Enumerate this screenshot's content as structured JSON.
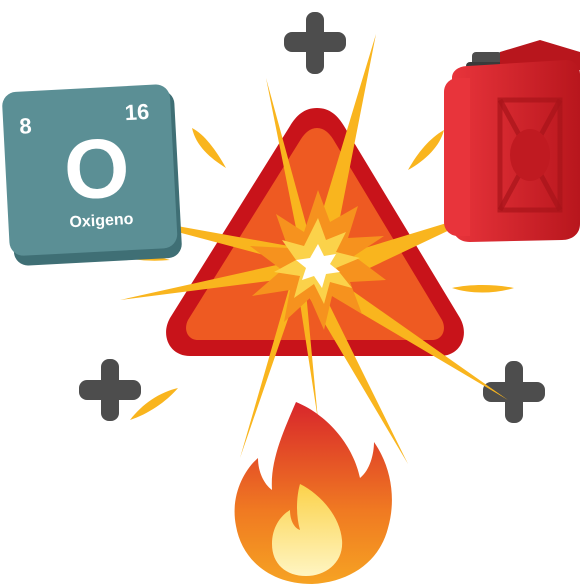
{
  "element": {
    "atomic_number": "8",
    "mass_number": "16",
    "symbol": "O",
    "name": "Oxigeno"
  },
  "icons": {
    "oxygen_tile": "oxygen-element-tile-icon",
    "fuel": "red-jerrycan-icon",
    "heat": "flame-icon",
    "reaction": "explosion-burst-icon",
    "warning": "warning-triangle-icon",
    "plus": "plus-icon"
  },
  "colors": {
    "tile_teal": "#5b8f95",
    "triangle_red": "#c8131a",
    "triangle_orange": "#ee5a22",
    "burst_yellow": "#f9b51e",
    "can_red": "#d9272e",
    "plus_gray": "#4d4d4d"
  }
}
